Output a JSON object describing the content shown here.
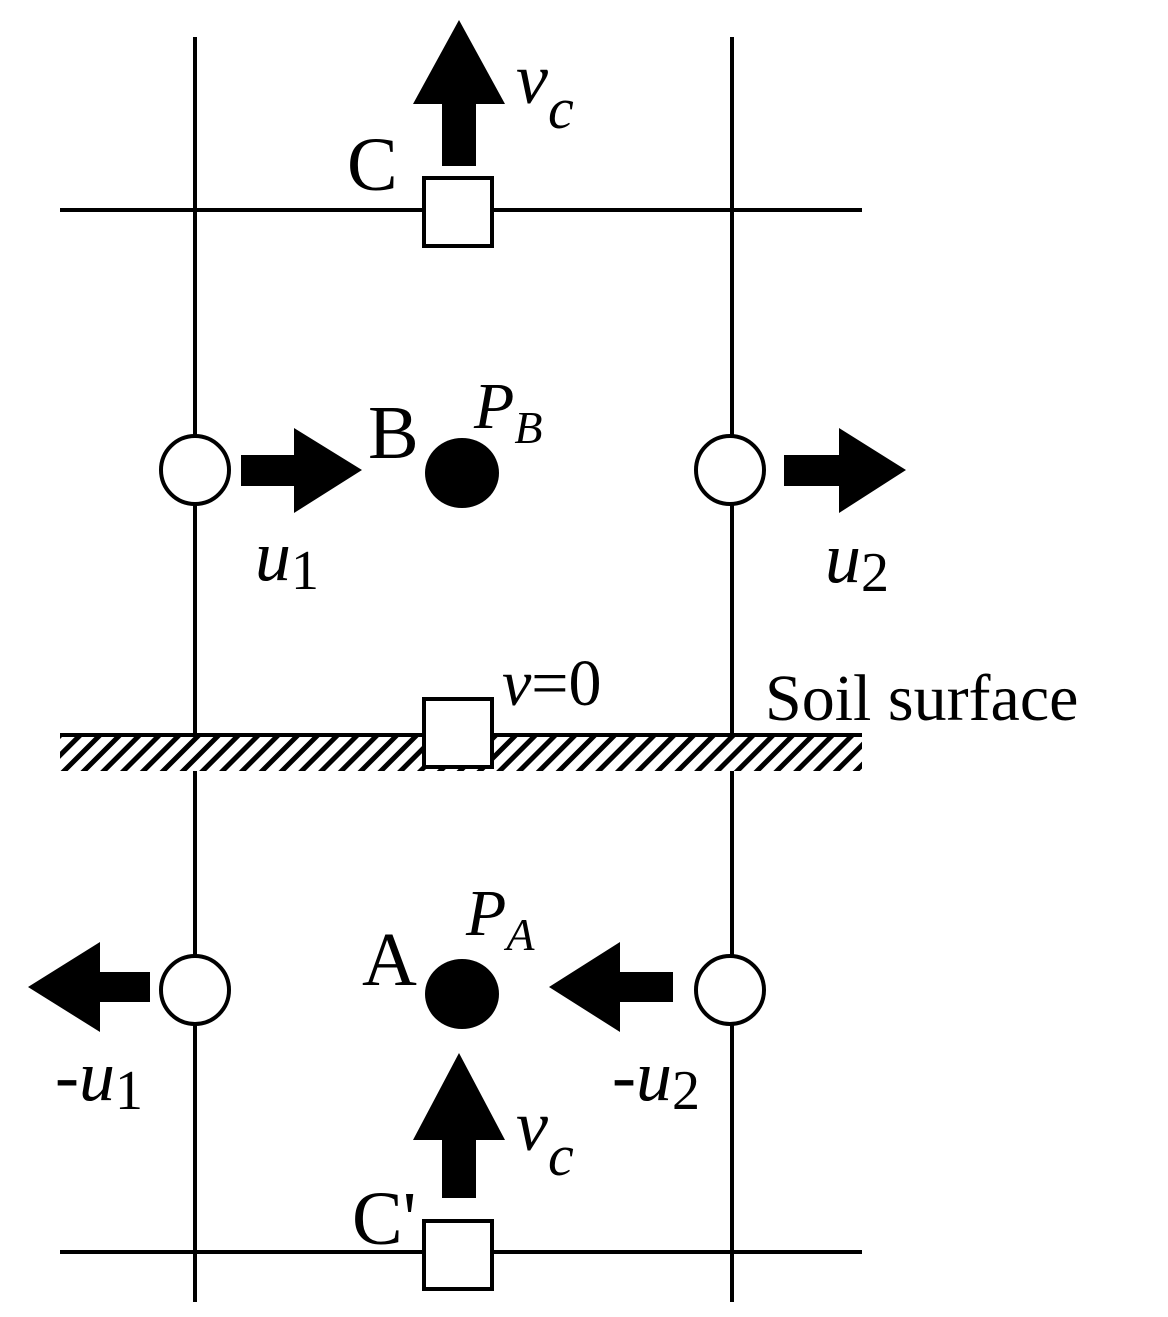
{
  "labels": {
    "point_c": "C",
    "point_c_prime": "C'",
    "point_b": "B",
    "point_a": "A",
    "soil_surface": "Soil surface",
    "var_v": "v",
    "var_u": "u",
    "var_p": "P",
    "sub_c": "c",
    "sub_b": "B",
    "sub_a": "A",
    "sub_1": "1",
    "sub_2": "2",
    "minus": "-",
    "eq_zero": "=0"
  }
}
